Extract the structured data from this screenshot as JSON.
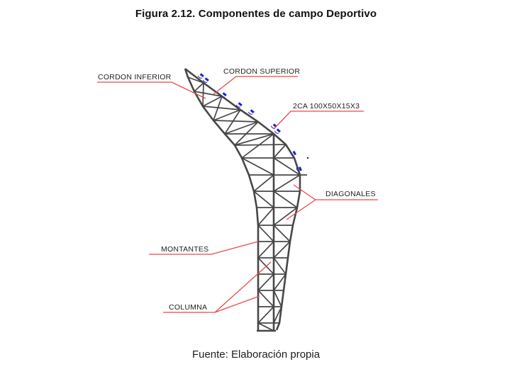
{
  "page": {
    "title": "Figura 2.12. Componentes de campo Deportivo",
    "source": "Fuente: Elaboración propia"
  },
  "diagram": {
    "type": "structural-elevation-truss-column",
    "labels": {
      "cordon_inferior": "CORDON INFERIOR",
      "cordon_superior": "CORDON SUPERIOR",
      "profile": "2CA 100X50X15X3",
      "diagonales": "DIAGONALES",
      "montantes": "MONTANTES",
      "columna": "COLUMNA"
    },
    "colors": {
      "member": "#474747",
      "leader": "#e8494c",
      "marker": "#1f1fc8"
    }
  }
}
